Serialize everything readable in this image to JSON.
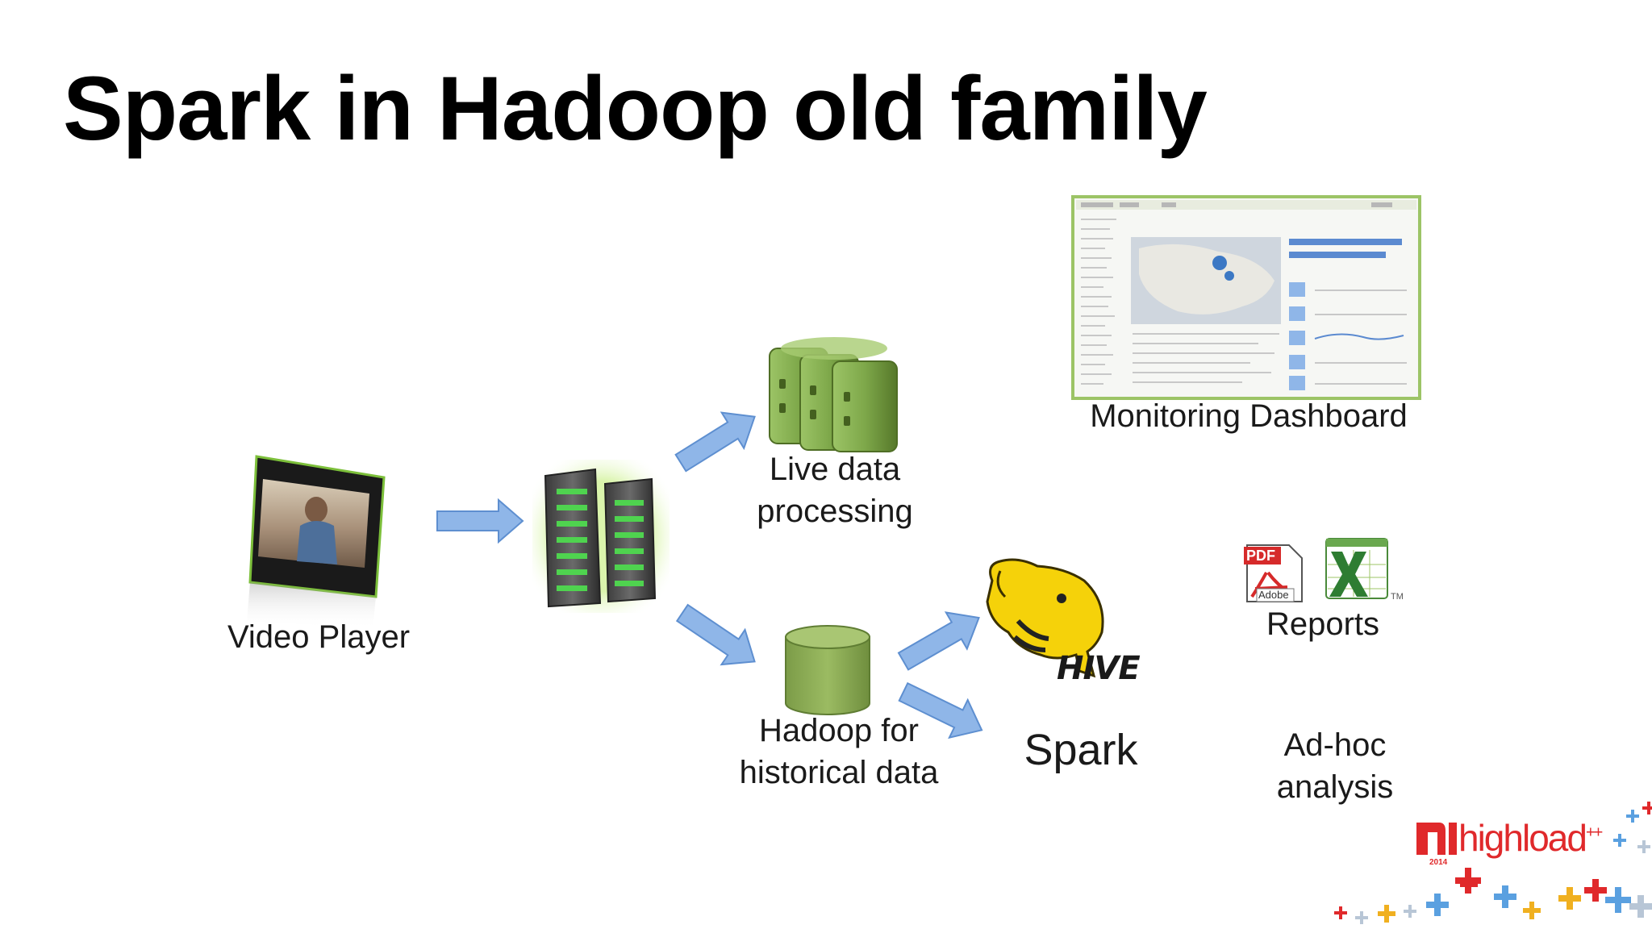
{
  "slide": {
    "title": "Spark in Hadoop old family"
  },
  "nodes": {
    "video_player": {
      "label": "Video Player",
      "icon": "video-player-icon"
    },
    "hadoop_cluster": {
      "icon": "server-rack-icon"
    },
    "live_processing": {
      "line1": "Live data",
      "line2": "processing",
      "icon": "server-stack-icon"
    },
    "historical": {
      "line1": "Hadoop for",
      "line2": "historical data",
      "icon": "database-cylinder-icon"
    },
    "monitoring": {
      "label": "Monitoring Dashboard",
      "icon": "dashboard-screenshot-icon"
    },
    "hive": {
      "logo_text": "HIVE",
      "icon": "hive-logo-icon"
    },
    "spark": {
      "label": "Spark"
    },
    "reports": {
      "label": "Reports",
      "pdf_text": "PDF",
      "pdf_brand": "Adobe",
      "tm_text": "TM",
      "icons": [
        "pdf-icon",
        "excel-icon"
      ]
    },
    "adhoc": {
      "line1": "Ad-hoc",
      "line2": "analysis"
    }
  },
  "branding": {
    "logo_text": "highload",
    "logo_sup": "++",
    "year": "2014"
  },
  "colors": {
    "arrow_fill": "#8fb6e8",
    "arrow_stroke": "#5e8fd0",
    "server_green": "#7ea84a",
    "server_dark": "#5a7d2e",
    "cylinder_green": "#8cab55",
    "rack_led": "#4fd34f",
    "brand_red": "#e0292b",
    "hive_yellow": "#f5d20a"
  }
}
